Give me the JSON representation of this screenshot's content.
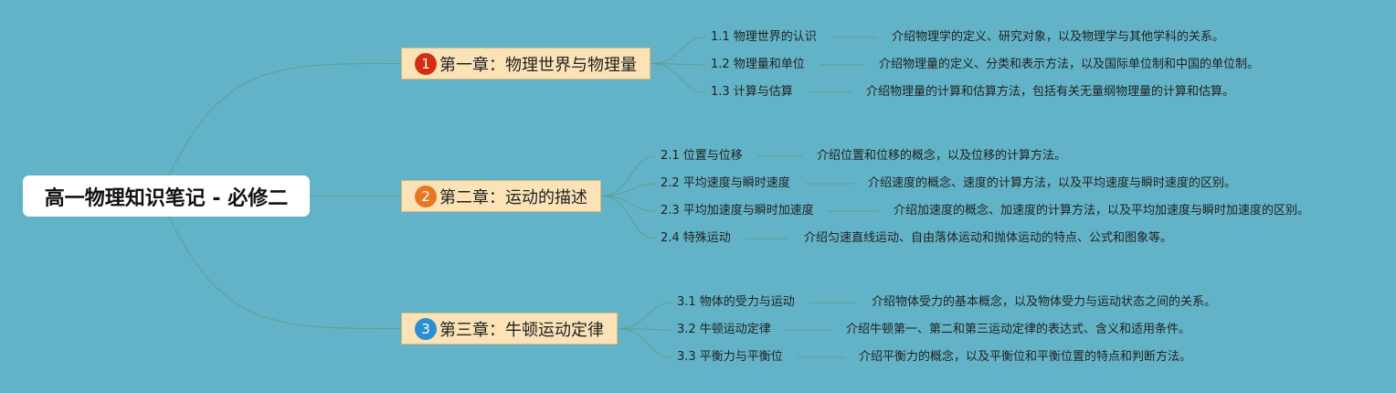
{
  "root": {
    "title": "高一物理知识笔记 - 必修二"
  },
  "chapters": [
    {
      "number": "1",
      "badge_color": "#d42d12",
      "title": "第一章：物理世界与物理量",
      "topics": [
        {
          "label": "1.1 物理世界的认识",
          "desc": "介绍物理学的定义、研究对象，以及物理学与其他学科的关系。"
        },
        {
          "label": "1.2 物理量和单位",
          "desc": "介绍物理量的定义、分类和表示方法，以及国际单位制和中国的单位制。"
        },
        {
          "label": "1.3 计算与估算",
          "desc": "介绍物理量的计算和估算方法，包括有关无量纲物理量的计算和估算。"
        }
      ]
    },
    {
      "number": "2",
      "badge_color": "#e87722",
      "title": "第二章：运动的描述",
      "topics": [
        {
          "label": "2.1 位置与位移",
          "desc": "介绍位置和位移的概念，以及位移的计算方法。"
        },
        {
          "label": "2.2 平均速度与瞬时速度",
          "desc": "介绍速度的概念、速度的计算方法，以及平均速度与瞬时速度的区别。"
        },
        {
          "label": "2.3 平均加速度与瞬时加速度",
          "desc": "介绍加速度的概念、加速度的计算方法，以及平均加速度与瞬时加速度的区别。"
        },
        {
          "label": "2.4 特殊运动",
          "desc": "介绍匀速直线运动、自由落体运动和抛体运动的特点、公式和图象等。"
        }
      ]
    },
    {
      "number": "3",
      "badge_color": "#2a8fd3",
      "title": "第三章：牛顿运动定律",
      "topics": [
        {
          "label": "3.1 物体的受力与运动",
          "desc": "介绍物体受力的基本概念，以及物体受力与运动状态之间的关系。"
        },
        {
          "label": "3.2 牛顿运动定律",
          "desc": "介绍牛顿第一、第二和第三运动定律的表达式、含义和适用条件。"
        },
        {
          "label": "3.3 平衡力与平衡位",
          "desc": "介绍平衡力的概念，以及平衡位和平衡位置的特点和判断方法。"
        }
      ]
    }
  ],
  "colors": {
    "background": "#62b3c7",
    "line": "#5f9e8f",
    "chapter_fill": "#fbe3b7",
    "chapter_border": "#d9b97a"
  }
}
